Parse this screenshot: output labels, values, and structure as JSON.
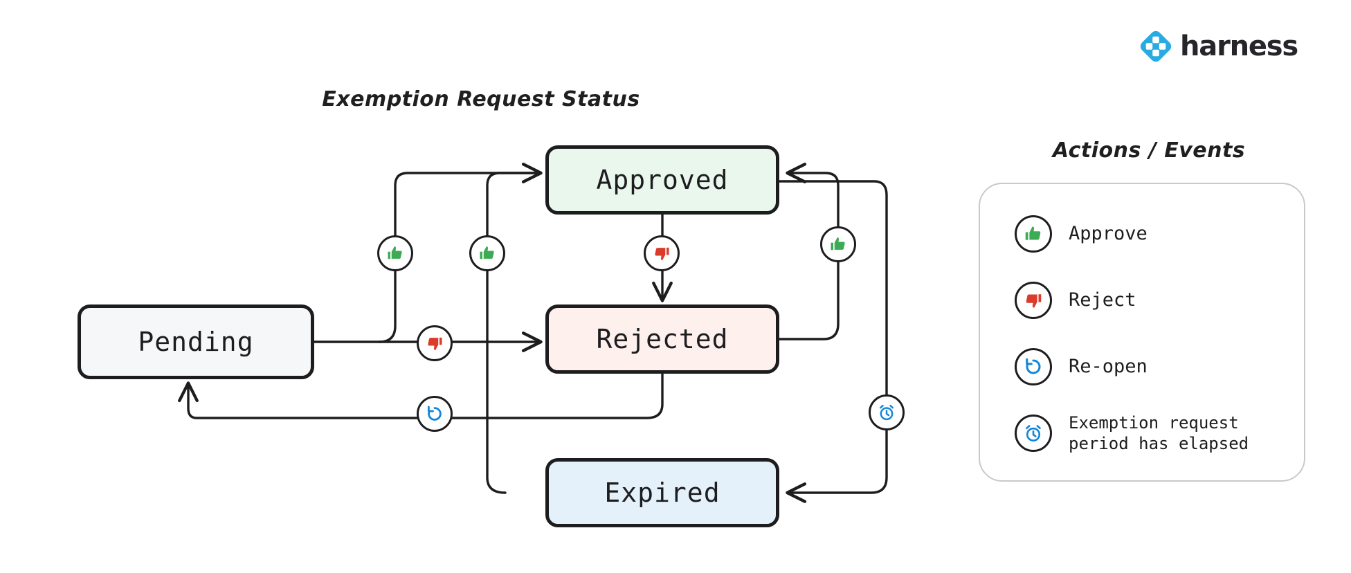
{
  "brand": {
    "name": "harness",
    "logo_icon": "harness-diamond-logo",
    "color": "#29abe2"
  },
  "diagram": {
    "title": "Exemption Request Status",
    "nodes": [
      {
        "id": "pending",
        "label": "Pending",
        "fill": "#f6f7f9"
      },
      {
        "id": "approved",
        "label": "Approved",
        "fill": "#e9f7ed"
      },
      {
        "id": "rejected",
        "label": "Rejected",
        "fill": "#fdf0ed"
      },
      {
        "id": "expired",
        "label": "Expired",
        "fill": "#e4f1fb"
      }
    ],
    "transitions": [
      {
        "from": "pending",
        "to": "approved",
        "action": "approve",
        "icon": "thumbs-up-icon"
      },
      {
        "from": "pending",
        "to": "rejected",
        "action": "reject",
        "icon": "thumbs-down-icon"
      },
      {
        "from": "approved",
        "to": "rejected",
        "action": "reject",
        "icon": "thumbs-down-icon"
      },
      {
        "from": "rejected",
        "to": "approved",
        "action": "approve",
        "icon": "thumbs-up-icon"
      },
      {
        "from": "expired",
        "to": "approved",
        "action": "approve",
        "icon": "thumbs-up-icon"
      },
      {
        "from": "rejected",
        "to": "pending",
        "action": "re-open",
        "icon": "reopen-icon"
      },
      {
        "from": "approved",
        "to": "expired",
        "action": "exemption-period-elapsed",
        "icon": "alarm-clock-icon"
      }
    ]
  },
  "legend": {
    "title": "Actions / Events",
    "items": [
      {
        "icon": "thumbs-up-icon",
        "label": "Approve",
        "color": "#3cab54"
      },
      {
        "icon": "thumbs-down-icon",
        "label": "Reject",
        "color": "#db3b2b"
      },
      {
        "icon": "reopen-icon",
        "label": "Re-open",
        "color": "#1285d8"
      },
      {
        "icon": "alarm-clock-icon",
        "label": "Exemption request\nperiod has elapsed",
        "color": "#1285d8"
      }
    ]
  },
  "colors": {
    "stroke": "#1d1d1f",
    "green": "#3cab54",
    "red": "#db3b2b",
    "blue": "#1285d8",
    "panel_border": "#c9c9c9"
  }
}
